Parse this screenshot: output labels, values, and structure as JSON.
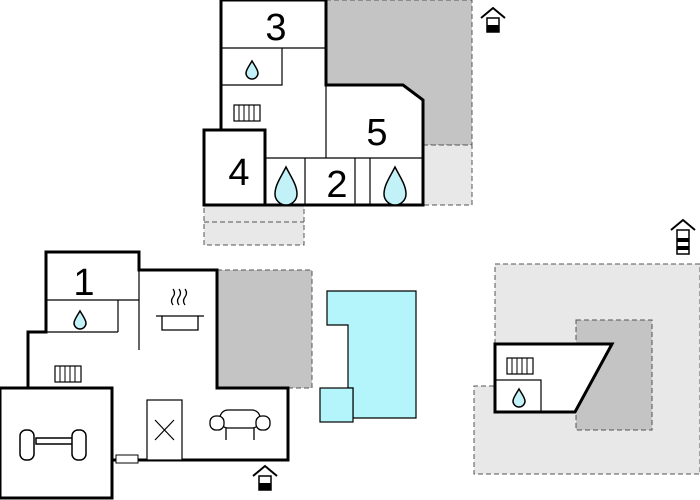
{
  "rooms": {
    "bedroom_1": "1",
    "bedroom_2": "2",
    "bedroom_3": "3",
    "bedroom_4": "4",
    "bedroom_5": "5"
  },
  "colors": {
    "wall": "#000000",
    "terrace_dark": "#c4c4c4",
    "terrace_light": "#e8e8e8",
    "pool": "#b3f5fb",
    "water_drop": "#c2f2f8"
  },
  "icons": [
    "entrance-icon",
    "water-drop-icon",
    "radiator-icon",
    "stove-icon",
    "sofa-icon",
    "fitness-icon",
    "storage-x-icon",
    "fireplace-icon"
  ]
}
